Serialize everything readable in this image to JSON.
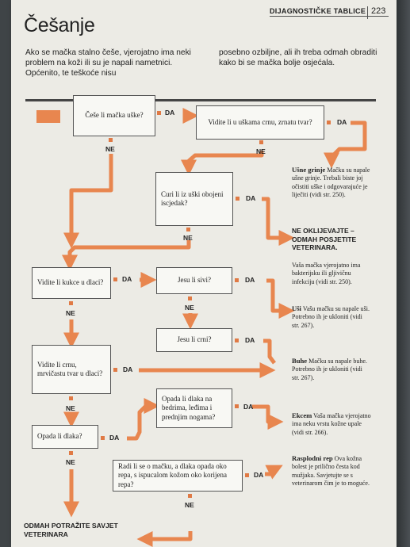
{
  "header": {
    "section": "DIJAGNOSTIČKE TABLICE",
    "page_number": "223"
  },
  "title": "Češanje",
  "intro": {
    "left": "Ako se mačka stalno češe, vjerojatno ima neki problem na koži ili su je napali nametnici. Općenito, te teškoće nisu",
    "right": "posebno ozbiljne, ali ih treba odmah obraditi kako bi se mačka bolje osjećala."
  },
  "questions": {
    "q1": "Češe li mačka uške?",
    "q2": "Vidite li u uškama crnu, zrnatu tvar?",
    "q3": "Curi li iz uški obojeni iscjedak?",
    "q4": "Vidite li kukce u dlaci?",
    "q5": "Jesu li sivi?",
    "q6": "Jesu li crni?",
    "q7": "Vidite li crnu, mrvičastu tvar u dlaci?",
    "q8": "Opada li dlaka na bedrima, leđima i prednjim nogama?",
    "q9": "Opada li dlaka?",
    "q10": "Radi li se o mačku, a dlaka opada oko repa, s ispucalom kožom oko korijena repa?"
  },
  "labels": {
    "yes": "DA",
    "no": "NE"
  },
  "results": {
    "ear_mites": {
      "title": "Ušne grinje",
      "text": "Mačku su napale ušne grinje. Trebali biste joj očistiti uške i odgovarajuće je liječiti (vidi str. 250)."
    },
    "warning": "NE OKLIJEVAJTE – ODMAH POSJETITE VETERINARA.",
    "warning_text": "Vaša mačka vjerojatno ima bakterijsku ili gljivičnu infekciju (vidi str. 250).",
    "lice": {
      "title": "Uši",
      "text": "Vašu mačku su napale uši. Potrebno ih je ukloniti (vidi str. 267)."
    },
    "fleas": {
      "title": "Buhe",
      "text": "Mačku su napale buhe. Potrebno ih je ukloniti (vidi str. 267)."
    },
    "eczema": {
      "title": "Ekcem",
      "text": "Vaša mačka vjerojatno ima neku vrstu kožne upale (vidi str. 266)."
    },
    "stud_tail": {
      "title": "Rasplodni rep",
      "text": "Ova kožna bolest je prilično česta kod mužjaka. Savjetujte se s veterinarom čim je to moguće."
    }
  },
  "final": "ODMAH POTRAŽITE SAVJET VETERINARA",
  "colors": {
    "arrow": "#e8864f",
    "marker": "#e07a45",
    "paper": "#ecebe5"
  }
}
